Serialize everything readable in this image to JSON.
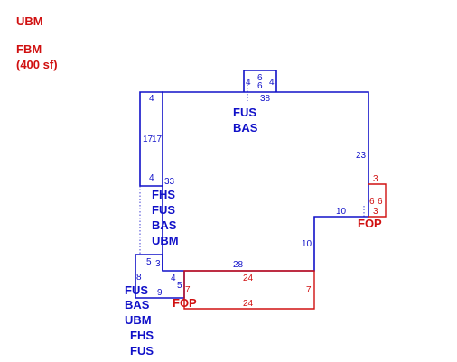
{
  "legend": {
    "line1": "UBM",
    "line2": "FBM",
    "line3": "(400 sf)"
  },
  "colors": {
    "main": "#1010c8",
    "accent": "#d01010"
  },
  "labels": {
    "top_codes": [
      "FUS",
      "BAS"
    ],
    "mid_codes": [
      "FHS",
      "FUS",
      "BAS",
      "UBM"
    ],
    "bottom_codes": [
      "FUS",
      "BAS",
      "UBM",
      "FHS",
      "FUS"
    ],
    "fop_right": "FOP",
    "fop_bottom": "FOP"
  },
  "dimensions": {
    "top_bump_left": "4",
    "top_bump_mid_a": "6",
    "top_bump_mid_b": "6",
    "top_bump_right": "4",
    "top_width": "38",
    "left_top": "4",
    "left_side_a": "17",
    "left_side_b": "17",
    "left_bottom": "4",
    "left_inner": "33",
    "right_side": "23",
    "step_top": "10",
    "step_side": "10",
    "bottom_width": "28",
    "small_top": "5",
    "small_left": "8",
    "small_inner": "3",
    "small_bottom": "9",
    "small_right_a": "4",
    "small_right_b": "5",
    "porch_top": "24",
    "porch_bottom": "24",
    "porch_left": "7",
    "porch_right": "7",
    "porch2_top": "3",
    "porch2_a": "6",
    "porch2_b": "6",
    "porch2_bottom": "3"
  }
}
